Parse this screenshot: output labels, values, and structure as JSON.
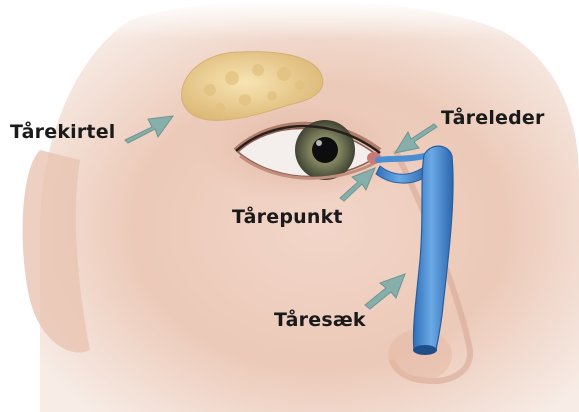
{
  "labels": {
    "lacrimal_gland": "Tårekirtel",
    "canaliculus": "Tåreleder",
    "punctum": "Tårepunkt",
    "lacrimal_sac": "Tåresæk"
  },
  "colors": {
    "skin": "#f1d3c5",
    "skin_shadow": "#e2b6a4",
    "gland": "#efd59a",
    "duct": "#4a8fd4",
    "duct_dark": "#2e6cb3",
    "arrow": "#86aeaa",
    "iris": "#6f7357",
    "label_text": "#1a1a1a"
  }
}
